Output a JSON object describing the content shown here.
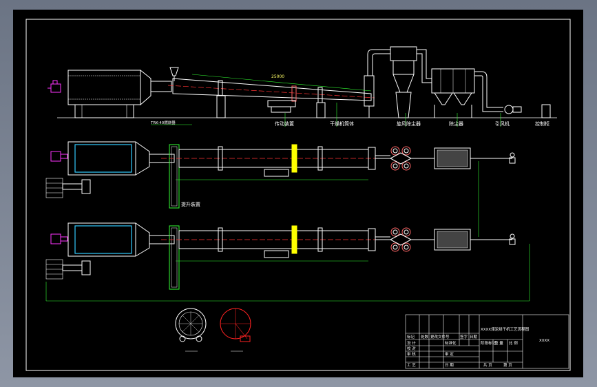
{
  "colors": {
    "background": "#000000",
    "frame": "#ffffff",
    "equipment": "#ffffff",
    "centerline": "#ff3333",
    "dimension": "#33ff33",
    "burner": "#ff33ff",
    "highlight": "#ffff00",
    "interior": "#33ccff",
    "pulley": "#ff2222"
  },
  "labels": {
    "drive_top": "传动装置",
    "dryer_body": "干燥机筒体",
    "cyclone": "旋风除尘器",
    "bag_filter": "除尘器",
    "fan": "引风机",
    "control": "控制柜",
    "hoist": "提升装置",
    "burner_top": "TRK-40燃烧器"
  },
  "title_block": {
    "drawing_title": "XXXX煤泥烘干机工艺流程图",
    "company": "XXXX",
    "row_labels": [
      "设 计",
      "校 对",
      "审 核",
      "工 艺"
    ],
    "header_cells": [
      "标记",
      "处数",
      "更改文件号",
      "签字",
      "日期"
    ],
    "mid_cells": [
      "标准化",
      "审 定",
      "日 期"
    ],
    "right_cells": [
      "阶段标记",
      "重 量",
      "比 例"
    ],
    "sheet_cells": [
      "共 页",
      "第 页"
    ]
  }
}
